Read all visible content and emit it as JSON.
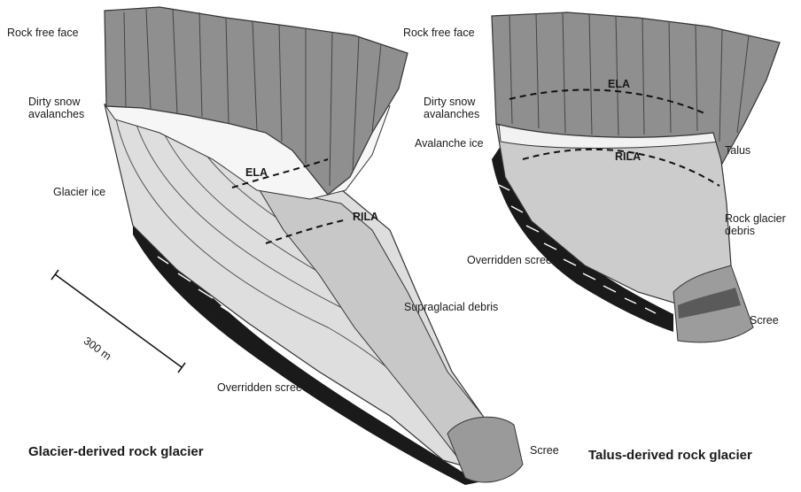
{
  "left_diagram": {
    "title": "Glacier-derived rock glacier",
    "labels": {
      "rock_free_face": "Rock free face",
      "dirty_snow_avalanches": "Dirty snow avalanches",
      "glacier_ice": "Glacier ice",
      "ela": "ELA",
      "rila": "RILA",
      "supraglacial_debris": "Supraglacial debris",
      "overridden_scree": "Overridden scree",
      "scree": "Scree",
      "scale": "300 m"
    }
  },
  "right_diagram": {
    "title": "Talus-derived rock glacier",
    "labels": {
      "rock_free_face": "Rock free face",
      "dirty_snow_avalanches": "Dirty snow avalanches",
      "avalanche_ice": "Avalanche ice",
      "ela": "ELA",
      "rila": "RILA",
      "talus": "Talus",
      "rock_glacier_debris": "Rock glacier debris",
      "overridden_scree": "Overridden scree",
      "scree": "Scree"
    }
  },
  "colors": {
    "rock_face": "#8c8c8c",
    "snow": "#f4f4f4",
    "ice": "#dcdcdc",
    "debris": "#c4c4c4",
    "scree": "#1a1a1a"
  }
}
